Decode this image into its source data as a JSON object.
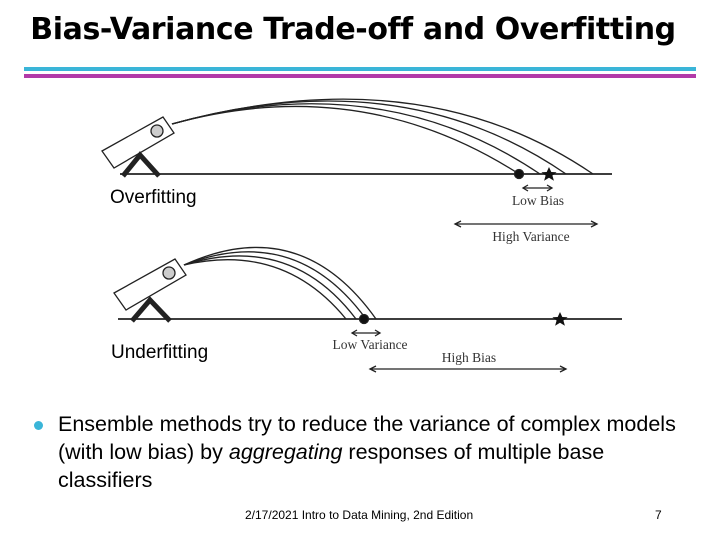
{
  "slide": {
    "title": "Bias-Variance Trade-off and Overfitting",
    "accent_colors": [
      "#3ab5d8",
      "#b23aa8"
    ]
  },
  "figure_top": {
    "caption": "Overfitting",
    "bias_label": "Low Bias",
    "variance_label": "High Variance"
  },
  "figure_bottom": {
    "caption": "Underfitting",
    "variance_label": "Low Variance",
    "bias_label": "High Bias"
  },
  "bullet": {
    "text_before": "Ensemble methods try to reduce the variance of complex models (with low bias) by ",
    "emphasis": "aggregating",
    "text_after": " responses of multiple base classifiers"
  },
  "footer": {
    "text": "2/17/2021  Intro to Data Mining, 2nd Edition",
    "page_number": "7"
  }
}
